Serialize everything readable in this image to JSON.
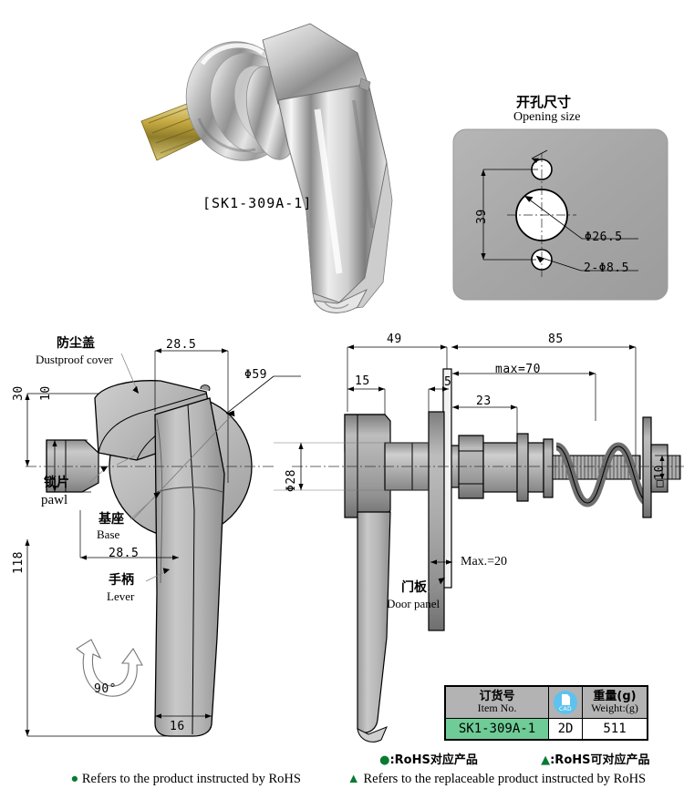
{
  "model_label": "[SK1-309A-1]",
  "opening_panel": {
    "title_cn": "开孔尺寸",
    "title_en": "Opening size",
    "dims": {
      "center_distance": "39",
      "main_hole": "Φ26.5",
      "small_holes": "2-Φ8.5"
    },
    "panel_color": "#a8a8a8"
  },
  "left_view": {
    "dims": {
      "top_width": "28.5",
      "diameter": "Φ59",
      "height_30": "30",
      "height_10": "10",
      "bottom_width": "28.5",
      "total_height": "118",
      "lever_width": "16",
      "rotation": "90°"
    },
    "callouts": {
      "dustproof_cn": "防尘盖",
      "dustproof_en": "Dustproof cover",
      "pawl_cn": "锁片",
      "pawl_en": "pawl",
      "base_cn": "基座",
      "base_en": "Base",
      "lever_cn": "手柄",
      "lever_en": "Lever"
    }
  },
  "right_view": {
    "dims": {
      "front_len": "49",
      "rear_len": "85",
      "d15": "15",
      "d5": "5",
      "d23": "23",
      "max70": "max=70",
      "max20": "Max.=20",
      "shaft_dia": "Φ28",
      "square_end": "□10"
    },
    "callouts": {
      "door_cn": "门板",
      "door_en": "Door panel"
    }
  },
  "table": {
    "headers": [
      {
        "cn": "订货号",
        "en": "Item No."
      },
      {
        "icon": "cad-icon",
        "icon_text": "CAD"
      },
      {
        "cn": "重量(g)",
        "en": "Weight:(g)"
      }
    ],
    "row": {
      "item_no": "SK1-309A-1",
      "cad": "2D",
      "weight": "511"
    },
    "highlight_color": "#6fcc97",
    "header_color": "#b3b3b3"
  },
  "footer": {
    "cn_dot": "●:RoHS对应产品",
    "cn_tri": "▲:RoHS可对应产品",
    "en_dot": "Refers to the product instructed by RoHS",
    "en_tri": "Refers to the replaceable product instructed by RoHS",
    "marker_color": "#0a7a33"
  }
}
